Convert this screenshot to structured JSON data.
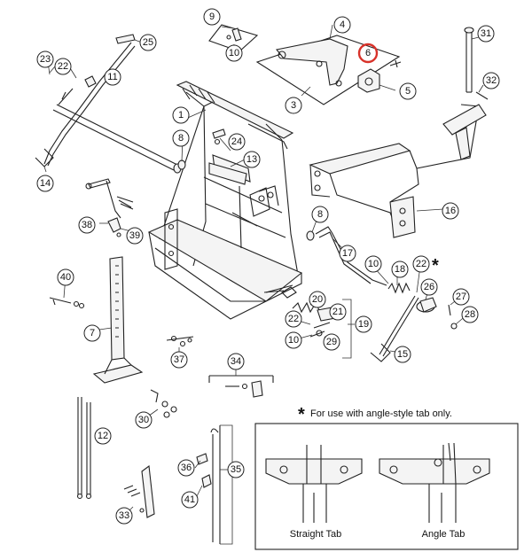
{
  "diagram": {
    "callouts": [
      {
        "id": "c1",
        "label": "1"
      },
      {
        "id": "c3",
        "label": "3"
      },
      {
        "id": "c4",
        "label": "4"
      },
      {
        "id": "c5",
        "label": "5"
      },
      {
        "id": "c6",
        "label": "6",
        "highlight": true
      },
      {
        "id": "c7",
        "label": "7"
      },
      {
        "id": "c8a",
        "label": "8"
      },
      {
        "id": "c8b",
        "label": "8"
      },
      {
        "id": "c9",
        "label": "9"
      },
      {
        "id": "c10a",
        "label": "10"
      },
      {
        "id": "c10b",
        "label": "10"
      },
      {
        "id": "c10c",
        "label": "10"
      },
      {
        "id": "c11",
        "label": "11"
      },
      {
        "id": "c12",
        "label": "12"
      },
      {
        "id": "c13",
        "label": "13"
      },
      {
        "id": "c14",
        "label": "14"
      },
      {
        "id": "c15",
        "label": "15"
      },
      {
        "id": "c16",
        "label": "16"
      },
      {
        "id": "c17",
        "label": "17"
      },
      {
        "id": "c18",
        "label": "18"
      },
      {
        "id": "c19",
        "label": "19"
      },
      {
        "id": "c20",
        "label": "20"
      },
      {
        "id": "c21",
        "label": "21"
      },
      {
        "id": "c22a",
        "label": "22"
      },
      {
        "id": "c22b",
        "label": "22"
      },
      {
        "id": "c22c",
        "label": "22"
      },
      {
        "id": "c23",
        "label": "23"
      },
      {
        "id": "c24",
        "label": "24"
      },
      {
        "id": "c25",
        "label": "25"
      },
      {
        "id": "c26",
        "label": "26"
      },
      {
        "id": "c27",
        "label": "27"
      },
      {
        "id": "c28",
        "label": "28"
      },
      {
        "id": "c29",
        "label": "29"
      },
      {
        "id": "c30",
        "label": "30"
      },
      {
        "id": "c31",
        "label": "31"
      },
      {
        "id": "c32",
        "label": "32"
      },
      {
        "id": "c33",
        "label": "33"
      },
      {
        "id": "c34",
        "label": "34"
      },
      {
        "id": "c35",
        "label": "35"
      },
      {
        "id": "c36",
        "label": "36"
      },
      {
        "id": "c37",
        "label": "37"
      },
      {
        "id": "c38",
        "label": "38"
      },
      {
        "id": "c39",
        "label": "39"
      },
      {
        "id": "c40",
        "label": "40"
      },
      {
        "id": "c41",
        "label": "41"
      }
    ],
    "asterisk_marker": "*",
    "note": {
      "star": "*",
      "text": "For use with angle-style tab only.",
      "left_tab_label": "Straight Tab",
      "right_tab_label": "Angle Tab"
    },
    "highlight_color": "#d8322a"
  }
}
